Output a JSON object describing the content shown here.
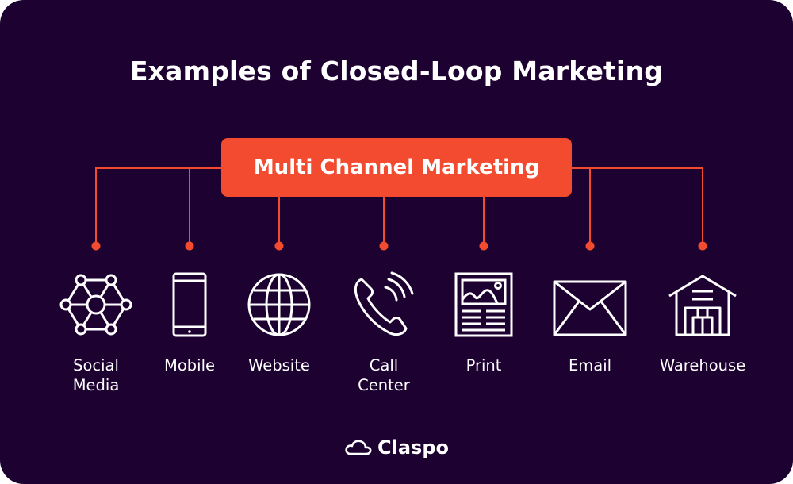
{
  "title": "Examples of Closed-Loop Marketing",
  "hub": {
    "label": "Multi Channel Marketing"
  },
  "colors": {
    "background": "#1d0130",
    "accent": "#f24b2f",
    "text": "#ffffff"
  },
  "channels": [
    {
      "label": "Social\nMedia",
      "icon": "network-hexagon-icon"
    },
    {
      "label": "Mobile",
      "icon": "smartphone-icon"
    },
    {
      "label": "Website",
      "icon": "globe-icon"
    },
    {
      "label": "Call\nCenter",
      "icon": "phone-ringing-icon"
    },
    {
      "label": "Print",
      "icon": "newspaper-icon"
    },
    {
      "label": "Email",
      "icon": "envelope-icon"
    },
    {
      "label": "Warehouse",
      "icon": "warehouse-icon"
    }
  ],
  "brand": {
    "name": "Claspo",
    "icon": "cloud-icon"
  }
}
